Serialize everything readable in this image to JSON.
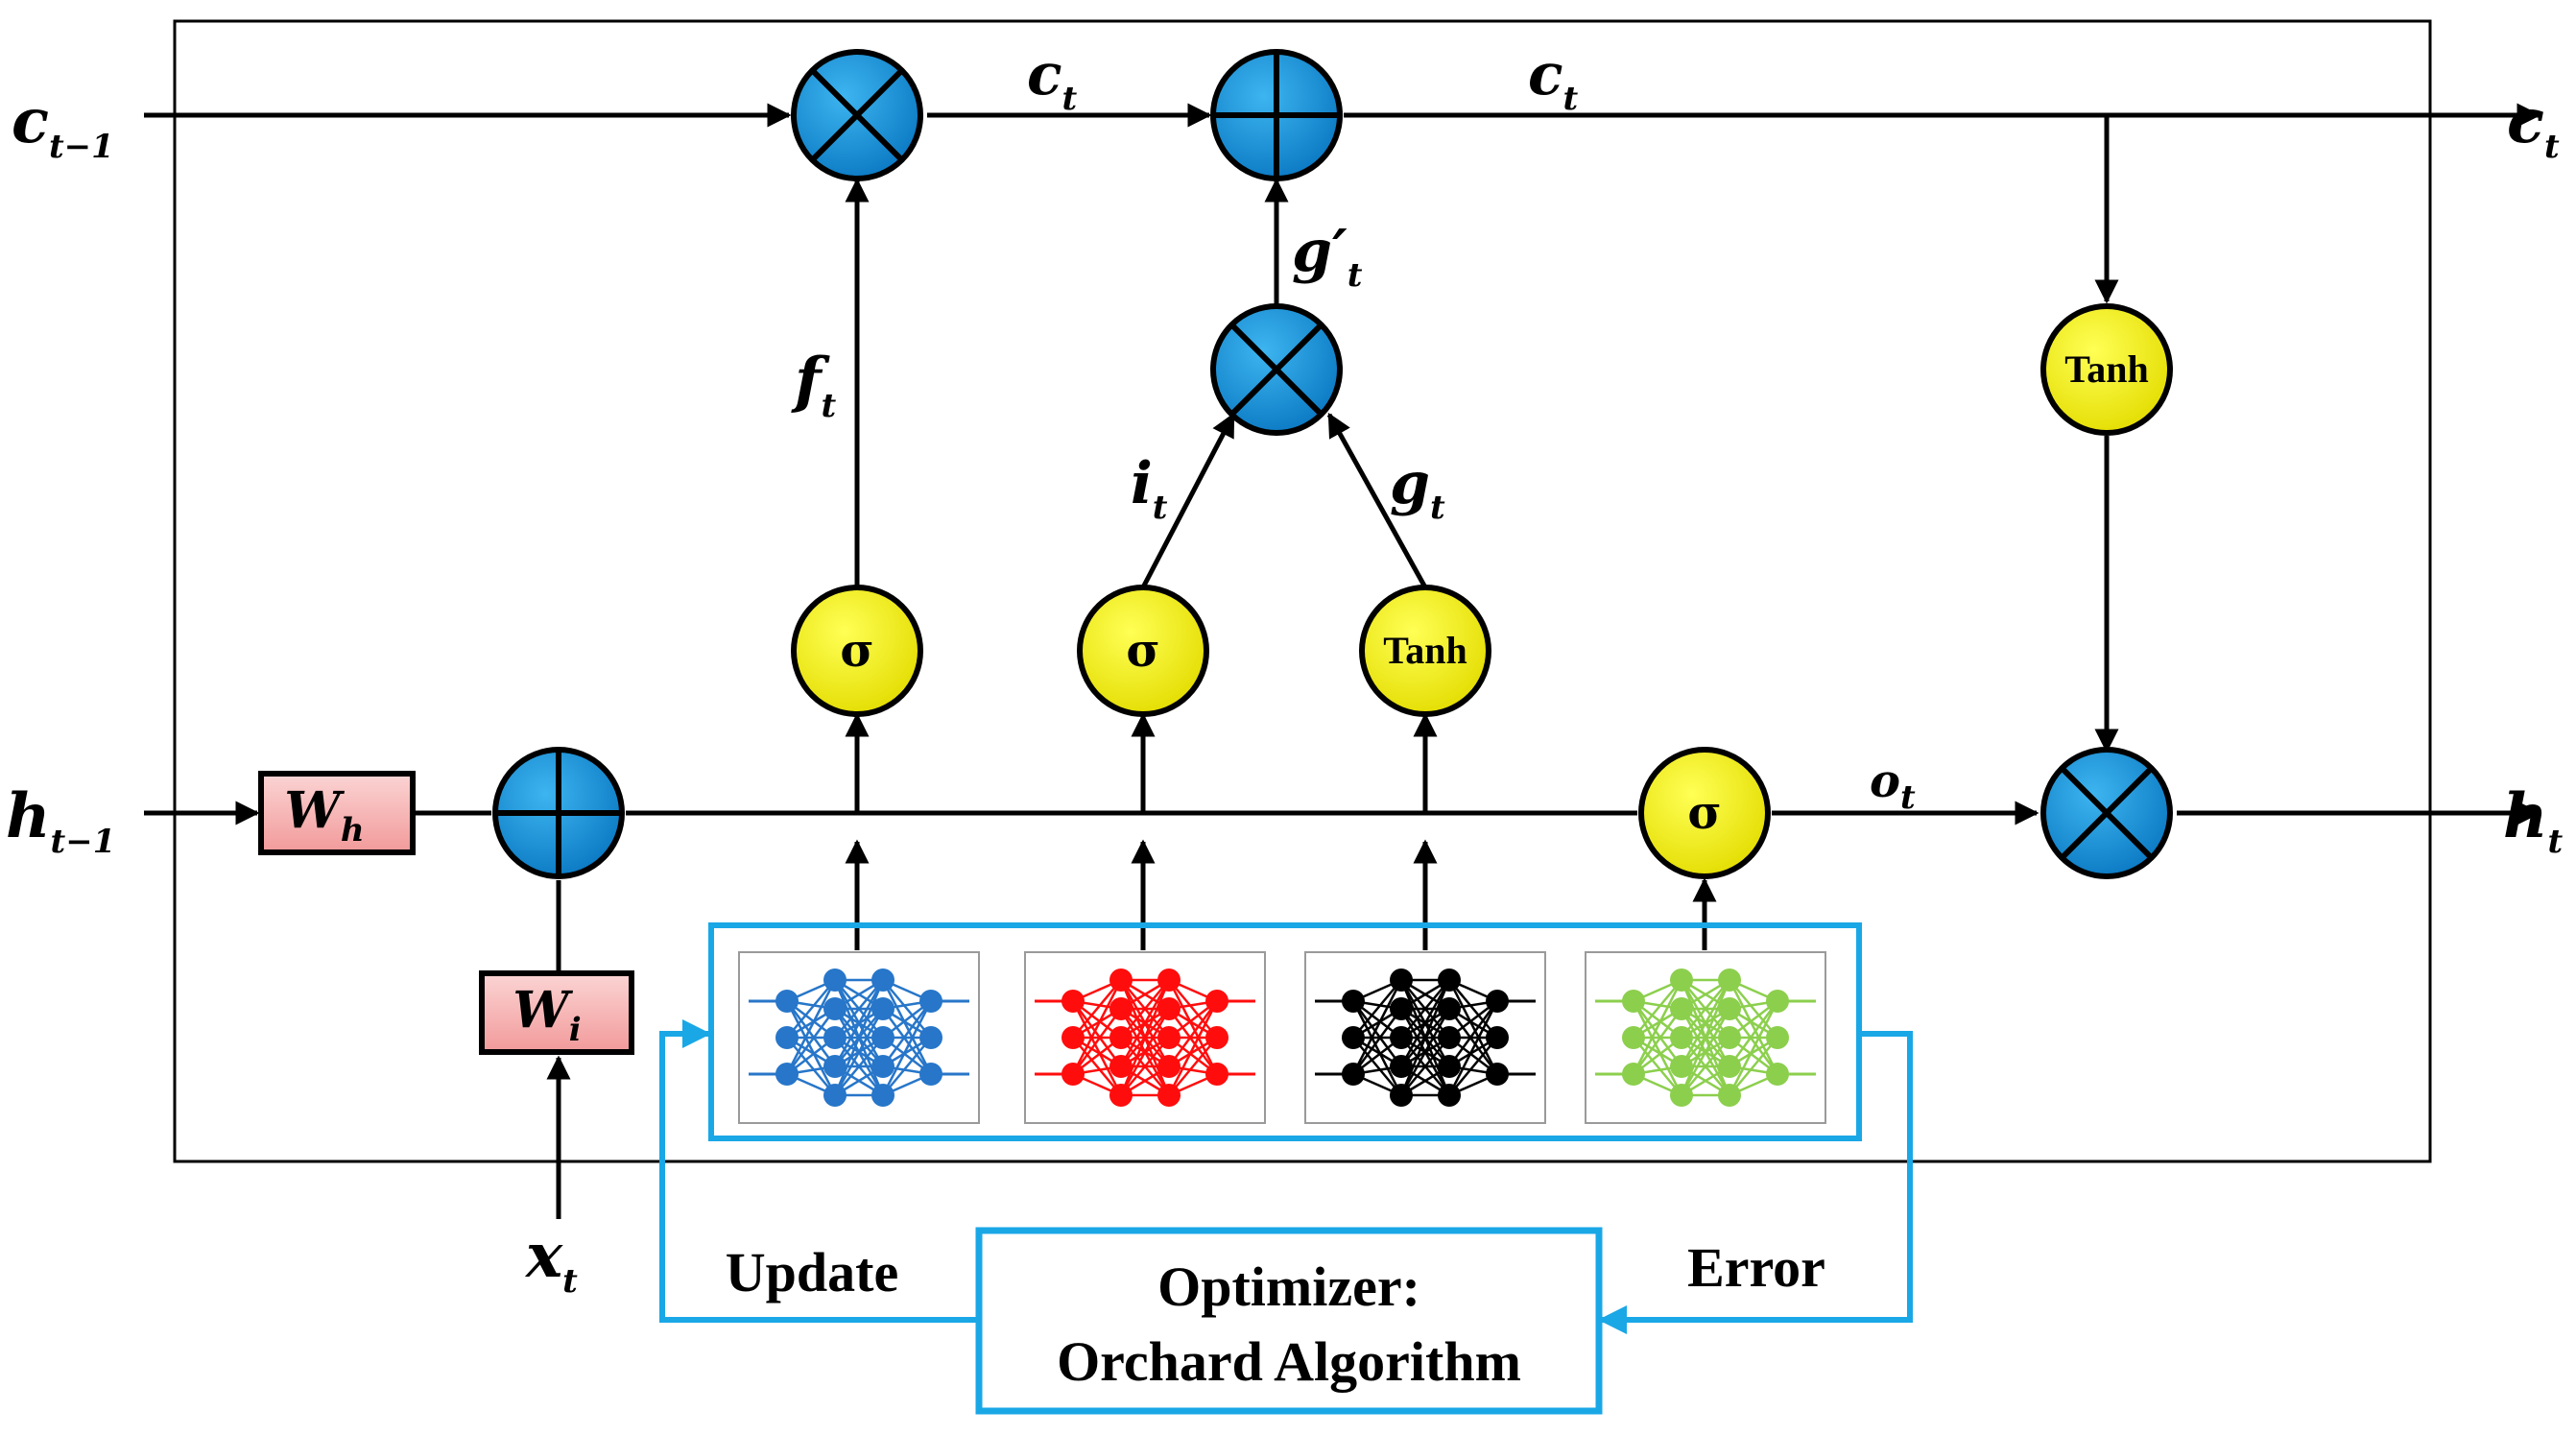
{
  "colors": {
    "blue_node": "#1a8fd6",
    "yellow_node": "#f2ee00",
    "weight_box": "#f7b8b8",
    "accent_blue": "#1aa7e6",
    "nn_blue": "#2776c9",
    "nn_red": "#ff0d0d",
    "nn_black": "#000000",
    "nn_green": "#8ccf4d"
  },
  "labels": {
    "c_prev": {
      "base": "c",
      "sub": "t−1"
    },
    "c_mid": {
      "base": "c",
      "sub": "t"
    },
    "c_after_add": {
      "base": "c",
      "sub": "t"
    },
    "c_out": {
      "base": "c",
      "sub": "t"
    },
    "h_prev": {
      "base": "h",
      "sub": "t−1"
    },
    "h_out": {
      "base": "h",
      "sub": "t"
    },
    "x_in": {
      "base": "x",
      "sub": "t"
    },
    "f_gate": {
      "base": "f",
      "sub": "t"
    },
    "i_gate": {
      "base": "i",
      "sub": "t"
    },
    "g_gate": {
      "base": "g",
      "sub": "t"
    },
    "g_prime": {
      "base": "g′",
      "sub": "t"
    },
    "o_gate": {
      "base": "o",
      "sub": "t"
    }
  },
  "weights": {
    "wh": {
      "base": "W",
      "sub": "h"
    },
    "wi": {
      "base": "W",
      "sub": "i"
    }
  },
  "functions": {
    "sigma": "σ",
    "tanh": "Tanh"
  },
  "feedback": {
    "update": "Update",
    "error": "Error"
  },
  "optimizer": {
    "line1": "Optimizer:",
    "line2": "Orchard Algorithm"
  }
}
